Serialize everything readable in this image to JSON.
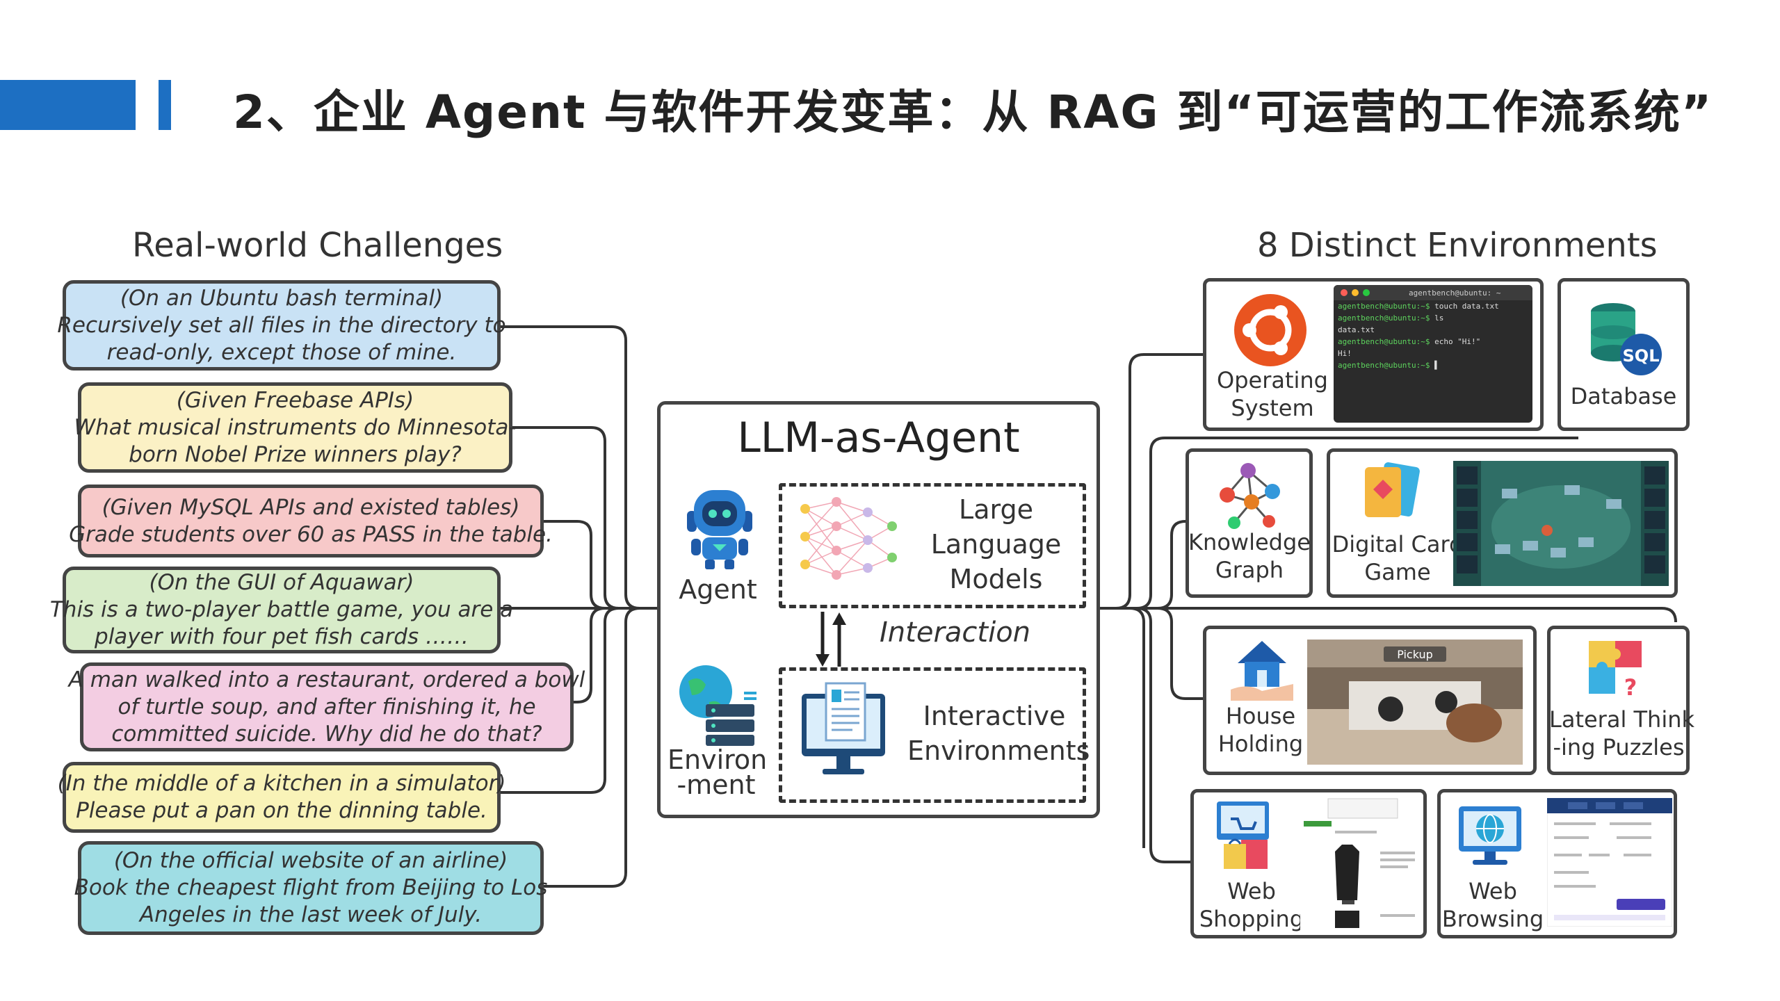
{
  "page_title": "2、企业 Agent 与软件开发变革：从 RAG 到“可运营的工作流系统”",
  "left_heading": "Real-world Challenges",
  "right_heading": "8 Distinct Environments",
  "colors": {
    "accent_blue": "#1d6fc2",
    "blue_card": "#c9e2f5",
    "yellow_card": "#fbf1c5",
    "red_card": "#f7c9c9",
    "green_card": "#d8ecc9",
    "pink_card": "#f3cde2",
    "yellow2_card": "#f9f3b8",
    "teal_card": "#9fdde4"
  },
  "challenges": [
    {
      "lines": [
        "(On an Ubuntu bash terminal)",
        "Recursively set all files in the directory to",
        "read-only, except those of mine."
      ]
    },
    {
      "lines": [
        "(Given Freebase APIs)",
        "What musical instruments do Minnesota-",
        "born Nobel Prize winners play?"
      ]
    },
    {
      "lines": [
        "(Given MySQL APIs and existed tables)",
        "Grade students over 60 as PASS in the table."
      ]
    },
    {
      "lines": [
        "(On the GUI of Aquawar)",
        "This is a two-player battle game, you are a",
        "player with four pet fish cards ……"
      ]
    },
    {
      "lines": [
        "A man walked into a restaurant, ordered a bowl",
        "of turtle soup, and after finishing it, he",
        "committed suicide. Why did he do that?"
      ]
    },
    {
      "lines": [
        "(In the middle of a kitchen in a simulator)",
        "Please put a pan on the dinning table."
      ]
    },
    {
      "lines": [
        "(On the official website of an airline)",
        "Book the cheapest flight from Beijing to Los",
        "Angeles in the last week of July."
      ]
    }
  ],
  "center": {
    "title": "LLM-as-Agent",
    "agent_label": "Agent",
    "llm_lines": [
      "Large",
      "Language",
      "Models"
    ],
    "interaction_label": "Interaction",
    "environment_lines": [
      "Environ",
      "-ment"
    ],
    "interactive_env_lines": [
      "Interactive",
      "Environments"
    ]
  },
  "environments": {
    "os": {
      "lines": [
        "Operating",
        "System"
      ],
      "icon": "ubuntu-icon"
    },
    "db": {
      "lines": [
        "Database"
      ],
      "icon": "sql-database-icon",
      "icon_text": "SQL"
    },
    "kg": {
      "lines": [
        "Knowledge",
        "Graph"
      ],
      "icon": "knowledge-graph-icon"
    },
    "dcg": {
      "lines": [
        "Digital Card",
        "Game"
      ],
      "icon": "card-icon"
    },
    "hh": {
      "lines": [
        "House",
        "Holding"
      ],
      "icon": "house-icon",
      "scene_text": "Pickup"
    },
    "ltp": {
      "lines": [
        "Lateral Think",
        "-ing Puzzles"
      ],
      "icon": "puzzle-icon"
    },
    "ws": {
      "lines": [
        "Web",
        "Shopping"
      ],
      "icon": "shopping-icon"
    },
    "wb": {
      "lines": [
        "Web",
        "Browsing"
      ],
      "icon": "web-browsing-icon"
    }
  },
  "terminal": {
    "title": "agentbench@ubuntu: ~",
    "lines": [
      {
        "prompt": "agentbench@ubuntu:~$",
        "cmd": " touch data.txt"
      },
      {
        "prompt": "agentbench@ubuntu:~$",
        "cmd": " ls"
      },
      {
        "prompt": "",
        "cmd": "data.txt"
      },
      {
        "prompt": "agentbench@ubuntu:~$",
        "cmd": " echo \"Hi!\""
      },
      {
        "prompt": "",
        "cmd": "Hi!"
      },
      {
        "prompt": "agentbench@ubuntu:~$",
        "cmd": " ▌"
      }
    ]
  }
}
